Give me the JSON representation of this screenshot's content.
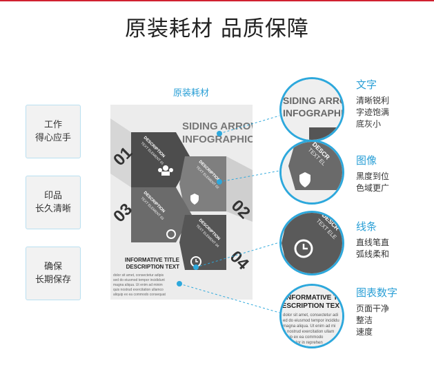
{
  "heading": "原装耗材  品质保障",
  "poster_title": "原装耗材",
  "left_boxes": [
    {
      "line1": "工作",
      "line2": "得心应手"
    },
    {
      "line1": "印品",
      "line2": "长久清晰"
    },
    {
      "line1": "确保",
      "line2": "长期保存"
    }
  ],
  "poster": {
    "title1": "SIDING ARROW",
    "title2": "INFOGRAPHIC",
    "desc1": "DESCRIPTION",
    "desc2": "TEXT ELEMENT 01",
    "desc3": "TEXT ELEMENT 02",
    "desc4": "TEXT ELEMENT 03",
    "desc5": "TEXT ELEMENT 04",
    "num1": "01",
    "num2": "02",
    "num3": "03",
    "num4": "04",
    "info1": "INFORMATIVE TITLE",
    "info2": "DESCRIPTION TEXT",
    "lorem1": "dolor sit amet, consectetur adipis",
    "lorem2": "sed do eiusmod tempor incididunt",
    "lorem3": "magna aliqua. Ut enim ad minim",
    "lorem4": "quis nostrud exercitation ullamco",
    "lorem5": "aliquip ex ea commodo consequat"
  },
  "zoom": {
    "c1a": "SIDING ARROW",
    "c1b": "INFOGRAPHIC",
    "c2": "DESCR",
    "c2b": "TEXT EL",
    "c3": "DESCR",
    "c3b": "TEXT ELE",
    "c4a": "INFORMATIVE TI",
    "c4b": "DESCRIPTION TEX",
    "c4l1": "dolor sit amet, consectetur adi",
    "c4l2": "ed do eiusmod tempor incididu",
    "c4l3": "magna aliqua. Ut enim ad mi",
    "c4l4": "is nostrud exercitation ullam",
    "c4l5": "liquip ex ea commodo",
    "c4l6": "rure dolor in reprehen"
  },
  "features": [
    {
      "title": "文字",
      "lines": [
        "清晰锐利",
        "字迹饱满",
        "底灰小"
      ]
    },
    {
      "title": "图像",
      "lines": [
        "黑度到位",
        "色域更广"
      ]
    },
    {
      "title": "线条",
      "lines": [
        "直线笔直",
        "弧线柔和"
      ]
    },
    {
      "title": "图表数字",
      "lines": [
        "页面干净",
        "整洁",
        "速度"
      ]
    }
  ],
  "colors": {
    "accent": "#2da8dc",
    "headline_rule": "#d02030",
    "arrow_dark": "#4a4a4a",
    "arrow_mid": "#8a8a8a"
  }
}
